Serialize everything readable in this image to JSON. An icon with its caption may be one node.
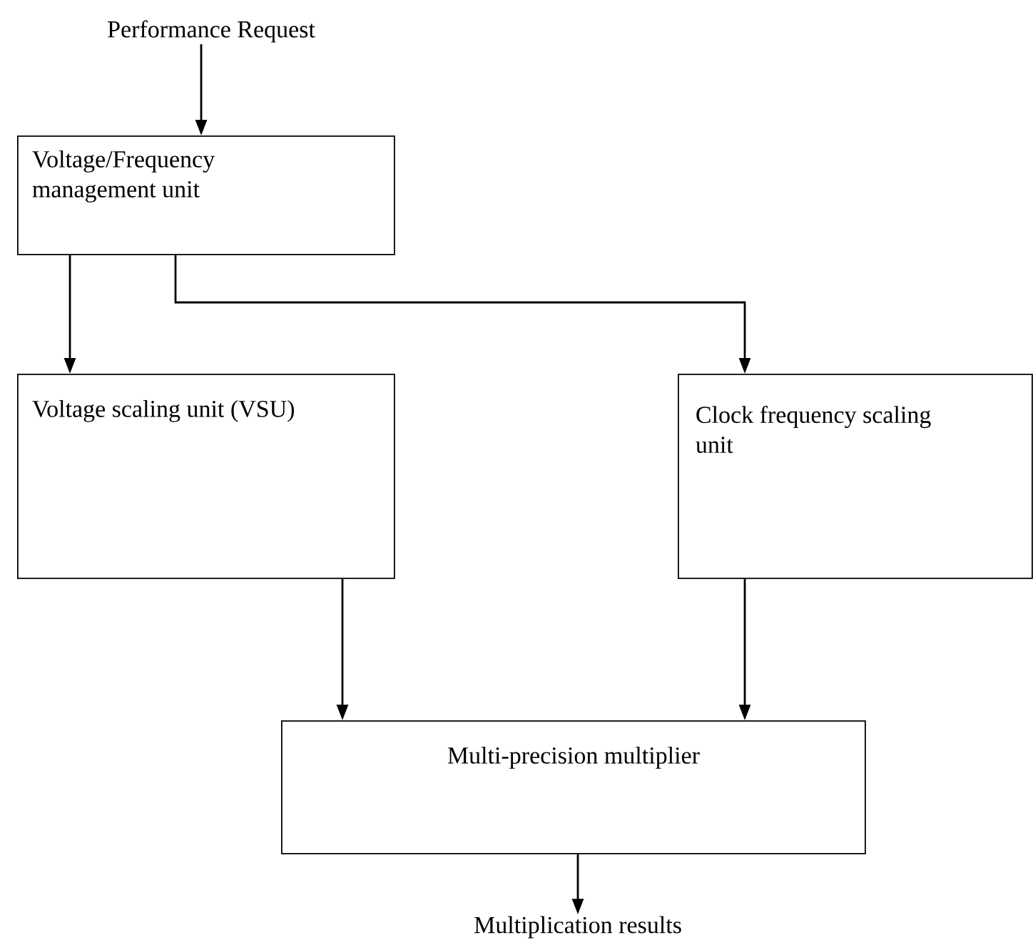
{
  "diagram": {
    "nodes": [
      {
        "text": [
          "Performance Request"
        ]
      },
      {
        "text": [
          "Voltage/Frequency management unit"
        ]
      },
      {
        "text": [
          "Voltage scaling unit (VSU)"
        ]
      },
      {
        "text": [
          "Clock frequency scaling unit"
        ]
      },
      {
        "text": [
          "Multi-precision multiplier"
        ]
      },
      {
        "text": [
          "Multiplication results"
        ]
      }
    ],
    "edges": [
      {
        "from": 0,
        "to": 1,
        "arrow": "to"
      },
      {
        "from": 1,
        "to": 2,
        "arrow": "to"
      },
      {
        "from": 1,
        "to": 3,
        "arrow": "to"
      },
      {
        "from": 2,
        "to": 4,
        "arrow": "to"
      },
      {
        "from": 3,
        "to": 4,
        "arrow": "to"
      },
      {
        "from": 4,
        "to": 5,
        "arrow": "to"
      }
    ]
  }
}
